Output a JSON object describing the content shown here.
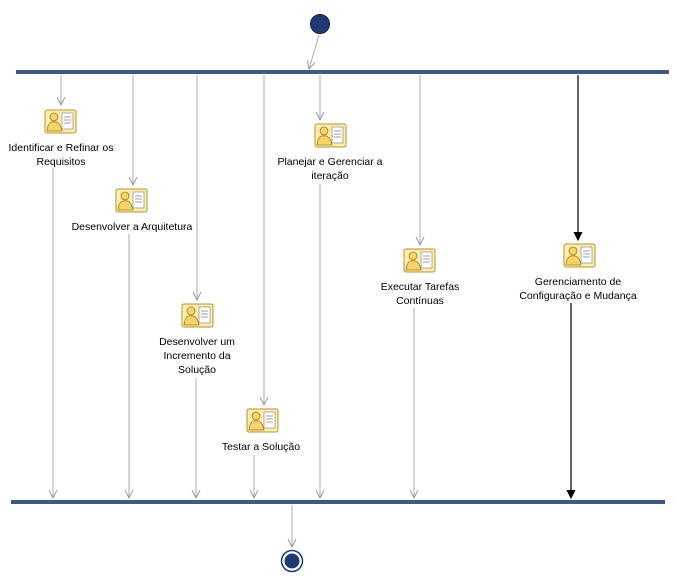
{
  "activities": [
    {
      "id": "req",
      "label": "Identificar e Refinar os Requisitos"
    },
    {
      "id": "arq",
      "label": "Desenvolver a Arquitetura"
    },
    {
      "id": "inc",
      "label": "Desenvolver um Incremento da Solução"
    },
    {
      "id": "test",
      "label": "Testar a Solução"
    },
    {
      "id": "plan",
      "label": "Planejar e Gerenciar a iteração"
    },
    {
      "id": "exec",
      "label": "Executar Tarefas Contínuas"
    },
    {
      "id": "ger",
      "label": "Gerenciamento de Configuração e Mudança"
    }
  ],
  "colors": {
    "node_fill": "#1f3b73",
    "bar": "#3d5a86",
    "flow": "#aaaaaa",
    "flow_active": "#000000",
    "icon_fill": "#f7e08a",
    "icon_border": "#b8922e"
  }
}
